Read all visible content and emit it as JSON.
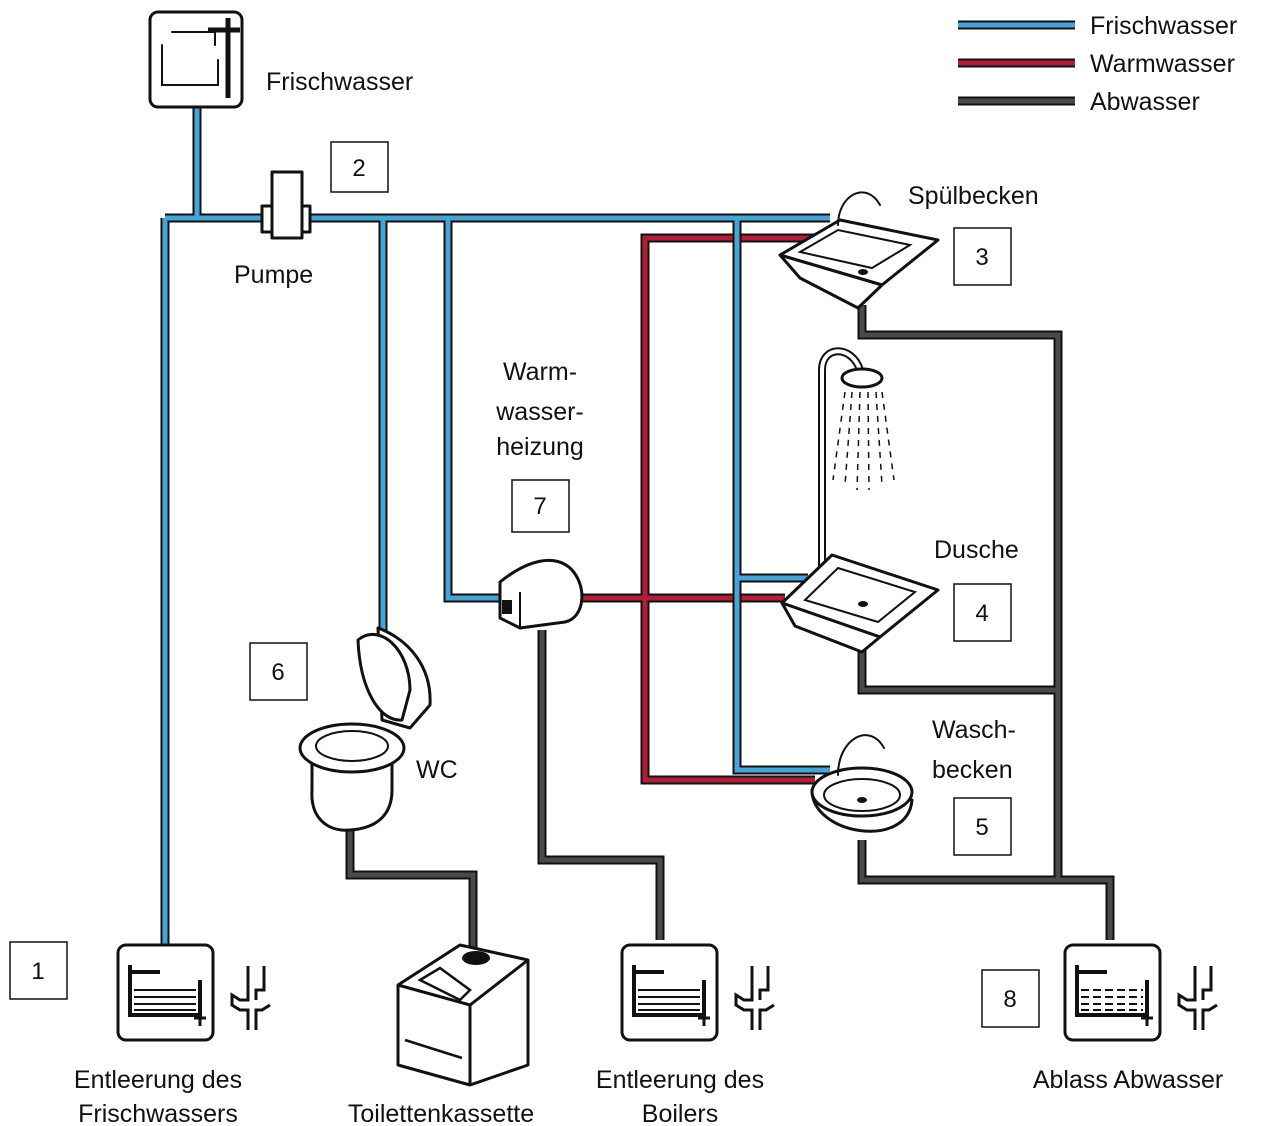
{
  "colors": {
    "fresh": "#4aa3d6",
    "warm": "#b01e37",
    "waste": "#4a4a4a"
  },
  "legend": [
    {
      "key": "fresh",
      "label": "Frischwasser"
    },
    {
      "key": "warm",
      "label": "Warmwasser"
    },
    {
      "key": "waste",
      "label": "Abwasser"
    }
  ],
  "labels": {
    "fresh_tank": "Frischwasser",
    "pump": "Pumpe",
    "sink": "Spülbecken",
    "heater_1": "Warm-",
    "heater_2": "wasser-",
    "heater_3": "heizung",
    "shower": "Dusche",
    "basin_1": "Wasch-",
    "basin_2": "becken",
    "wc": "WC",
    "drain_fresh_1": "Entleerung des",
    "drain_fresh_2": "Frischwassers",
    "cassette": "Toilettenkassette",
    "drain_boiler_1": "Entleerung des",
    "drain_boiler_2": "Boilers",
    "drain_waste": "Ablass Abwasser"
  },
  "numbers": {
    "n1": "1",
    "n2": "2",
    "n3": "3",
    "n4": "4",
    "n5": "5",
    "n6": "6",
    "n7": "7",
    "n8": "8"
  },
  "icons": {
    "fresh_tank": "faucet-tank-icon",
    "pump": "pump-icon",
    "sink": "kitchen-sink-icon",
    "shower": "shower-head-icon",
    "shower_tray": "shower-tray-icon",
    "basin": "wash-basin-icon",
    "heater": "water-heater-icon",
    "wc": "toilet-icon",
    "cassette": "toilet-cassette-icon",
    "drain": "tank-drain-icon",
    "valve": "drain-valve-icon"
  }
}
